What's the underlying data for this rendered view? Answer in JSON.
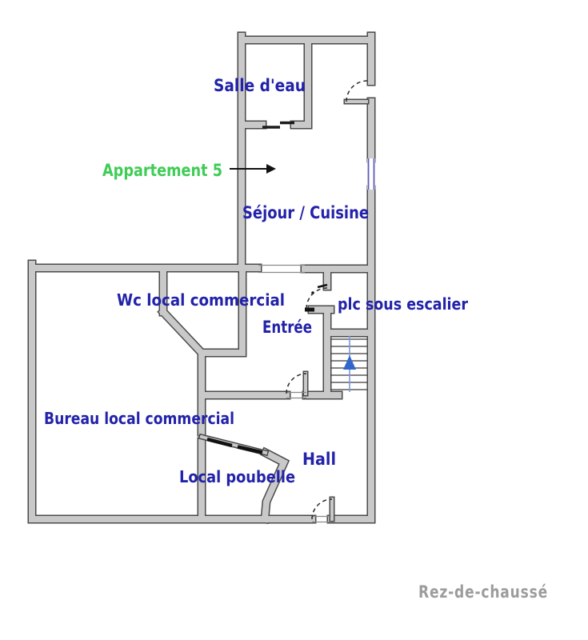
{
  "title": "Rez-de-chaussé",
  "labels": {
    "salle_deau": "Salle d'eau",
    "appartement": "Appartement 5",
    "sejour": "Séjour / Cuisine",
    "wc": "Wc local commercial",
    "plc": "plc sous escalier",
    "entree": "Entrée",
    "bureau": "Bureau local commercial",
    "poubelle": "Local poubelle",
    "hall": "Hall",
    "floor": "Rez-de-chaussé"
  },
  "colors": {
    "room_text": "#2222aa",
    "apartment_text": "#3fcc55",
    "floor_text": "#9c9c9c",
    "wall_fill": "#c9c9c9",
    "wall_outline": "#4a4a4a",
    "window_blue": "#5b5bb8",
    "stairs_arrow": "#3366cc"
  }
}
